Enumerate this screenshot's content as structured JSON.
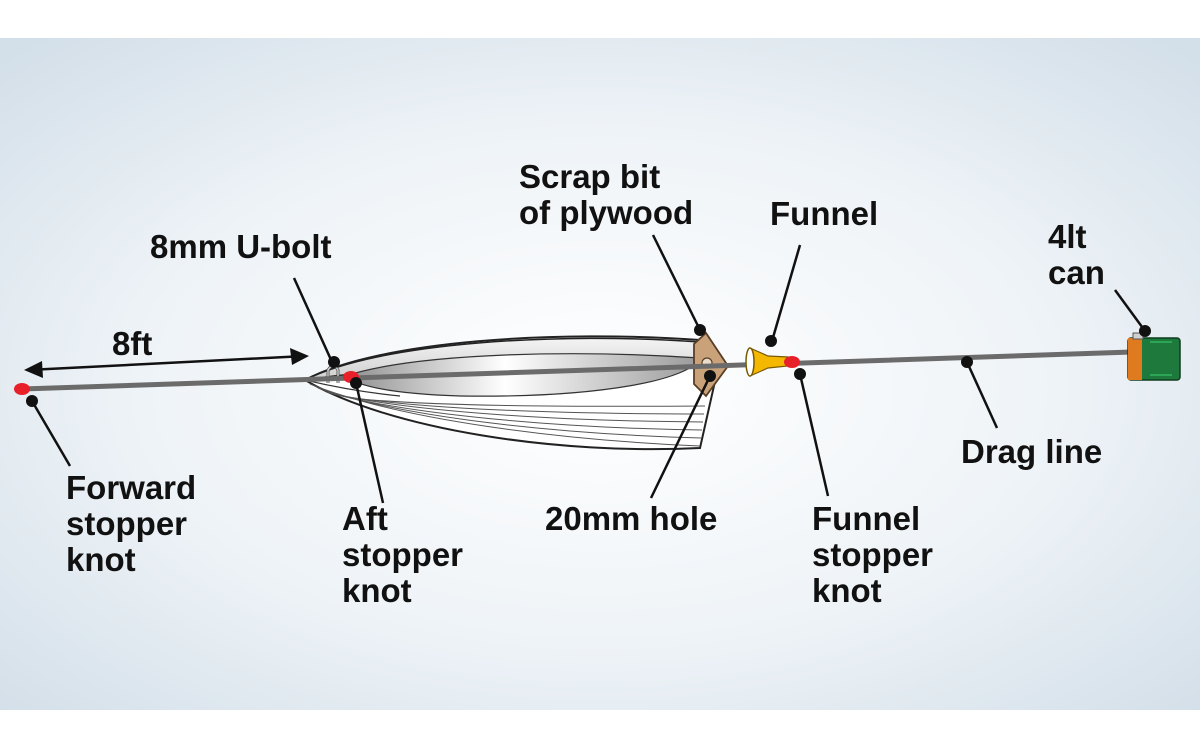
{
  "colors": {
    "background_center": "#ffffff",
    "background_edge": "#d3dfe9",
    "rope": "#6b6b6b",
    "stopper_knot": "#e8202a",
    "pointer_dot": "#111111",
    "funnel": "#f5b800",
    "plywood": "#c9a27a",
    "can_green": "#1e7a3c",
    "can_orange": "#e07a1f"
  },
  "icons": [
    "boat-hull",
    "u-bolt-icon",
    "plywood-block-icon",
    "funnel-icon",
    "can-icon"
  ],
  "dimension": {
    "label": "8ft"
  },
  "labels": {
    "forward_knot": [
      "Forward",
      "stopper",
      "knot"
    ],
    "u_bolt": [
      "8mm U-bolt"
    ],
    "aft_knot": [
      "Aft",
      "stopper",
      "knot"
    ],
    "plywood": [
      "Scrap bit",
      "of plywood"
    ],
    "hole": [
      "20mm hole"
    ],
    "funnel": [
      "Funnel"
    ],
    "funnel_knot": [
      "Funnel",
      "stopper",
      "knot"
    ],
    "drag_line": [
      "Drag line"
    ],
    "can": [
      "4lt",
      "can"
    ]
  }
}
